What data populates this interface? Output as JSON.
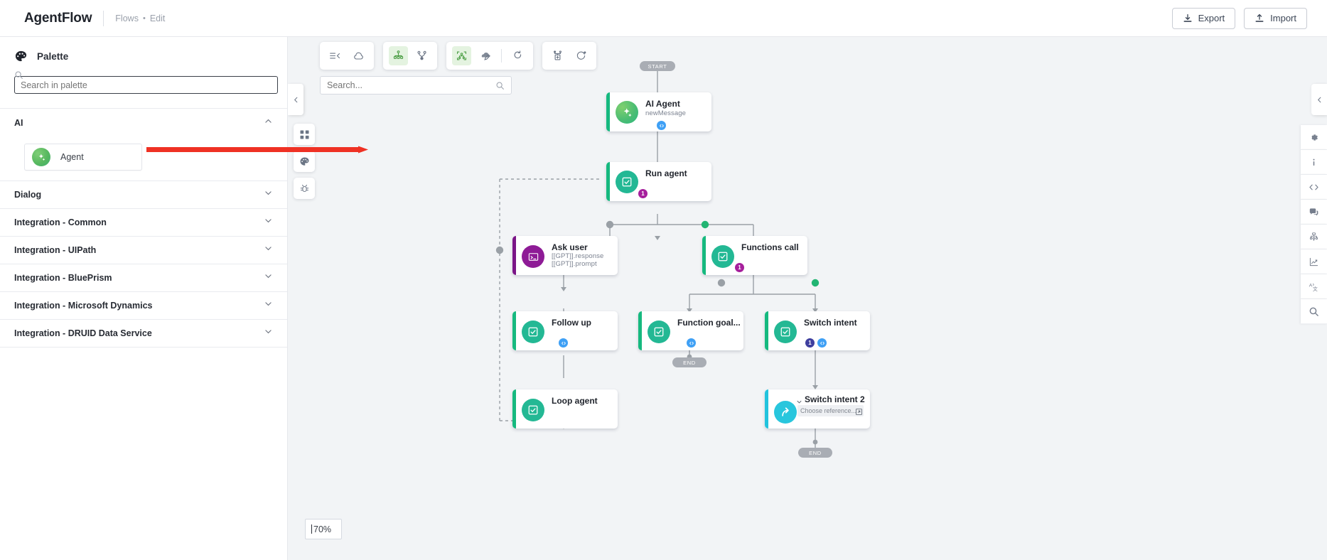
{
  "topbar": {
    "brand": "AgentFlow",
    "breadcrumb_root": "Flows",
    "breadcrumb_sep": "•",
    "breadcrumb_current": "Edit",
    "export_label": "Export",
    "import_label": "Import"
  },
  "palette": {
    "title": "Palette",
    "search_placeholder": "Search in palette",
    "search_value": "",
    "sections": [
      {
        "label": "AI",
        "expanded": true,
        "items": [
          {
            "label": "Agent",
            "icon": "agent-sparkle-icon"
          }
        ]
      },
      {
        "label": "Dialog",
        "expanded": false,
        "items": []
      },
      {
        "label": "Integration - Common",
        "expanded": false,
        "items": []
      },
      {
        "label": "Integration - UIPath",
        "expanded": false,
        "items": []
      },
      {
        "label": "Integration - BluePrism",
        "expanded": false,
        "items": []
      },
      {
        "label": "Integration - Microsoft Dynamics",
        "expanded": false,
        "items": []
      },
      {
        "label": "Integration - DRUID Data Service",
        "expanded": false,
        "items": []
      }
    ]
  },
  "canvas": {
    "search_placeholder": "Search...",
    "search_value": "",
    "zoom_level": "70%",
    "toolbar": [
      {
        "name": "collapse-list-icon",
        "active": false
      },
      {
        "name": "cloud-nodes-icon",
        "active": false
      },
      {
        "name": "hierarchy-tree-icon",
        "active": true
      },
      {
        "name": "branch-split-icon",
        "active": false
      },
      {
        "name": "focus-nodes-icon",
        "active": true
      },
      {
        "name": "edit-shape-icon",
        "active": false
      },
      {
        "name": "loop-arrow-icon",
        "active": false
      },
      {
        "name": "add-node-icon",
        "active": false
      },
      {
        "name": "refresh-icon",
        "active": false
      }
    ],
    "mini_rail": [
      {
        "name": "grid-icon"
      },
      {
        "name": "palette-icon"
      },
      {
        "name": "bug-icon"
      }
    ],
    "right_rail": [
      {
        "name": "gear-icon"
      },
      {
        "name": "info-icon"
      },
      {
        "name": "code-icon"
      },
      {
        "name": "comment-icon"
      },
      {
        "name": "flow-map-icon"
      },
      {
        "name": "analytics-icon"
      },
      {
        "name": "translate-icon"
      },
      {
        "name": "search-icon"
      }
    ]
  },
  "flow": {
    "start_label": "START",
    "end_label": "END",
    "nodes": [
      {
        "id": "ai-agent",
        "title": "AI Agent",
        "subtitle": "newMessage",
        "accent": "#16b97f",
        "icon": "agent-sparkle-icon",
        "badges": [
          "code"
        ]
      },
      {
        "id": "run-agent",
        "title": "Run agent",
        "subtitle": "",
        "accent": "#16b97f",
        "icon": "task-check-icon",
        "badges": [
          "1"
        ]
      },
      {
        "id": "ask-user",
        "title": "Ask user",
        "subtitle": "[[GPT]].response",
        "subtitle2": "[[GPT]].prompt",
        "accent": "#7b1587",
        "icon": "terminal-icon",
        "badges": []
      },
      {
        "id": "functions-call",
        "title": "Functions call",
        "subtitle": "",
        "accent": "#16b97f",
        "icon": "task-check-icon",
        "badges": [
          "1"
        ]
      },
      {
        "id": "follow-up",
        "title": "Follow up",
        "subtitle": "",
        "accent": "#16b97f",
        "icon": "task-check-icon",
        "badges": [
          "code"
        ]
      },
      {
        "id": "function-goal",
        "title": "Function goal...",
        "subtitle": "",
        "accent": "#16b97f",
        "icon": "task-check-icon",
        "badges": [
          "code"
        ]
      },
      {
        "id": "switch-intent",
        "title": "Switch intent",
        "subtitle": "",
        "accent": "#16b97f",
        "icon": "task-check-icon",
        "badges": [
          "1",
          "code"
        ]
      },
      {
        "id": "loop-agent",
        "title": "Loop agent",
        "subtitle": "",
        "accent": "#16b97f",
        "icon": "task-check-icon",
        "badges": []
      },
      {
        "id": "switch-intent-2",
        "title": "Switch intent 2",
        "subtitle": "Choose reference...",
        "accent": "#22c3dd",
        "icon": "redirect-arrow-icon",
        "badges": []
      }
    ]
  },
  "annotation": {
    "arrow_color": "#ef3124"
  }
}
